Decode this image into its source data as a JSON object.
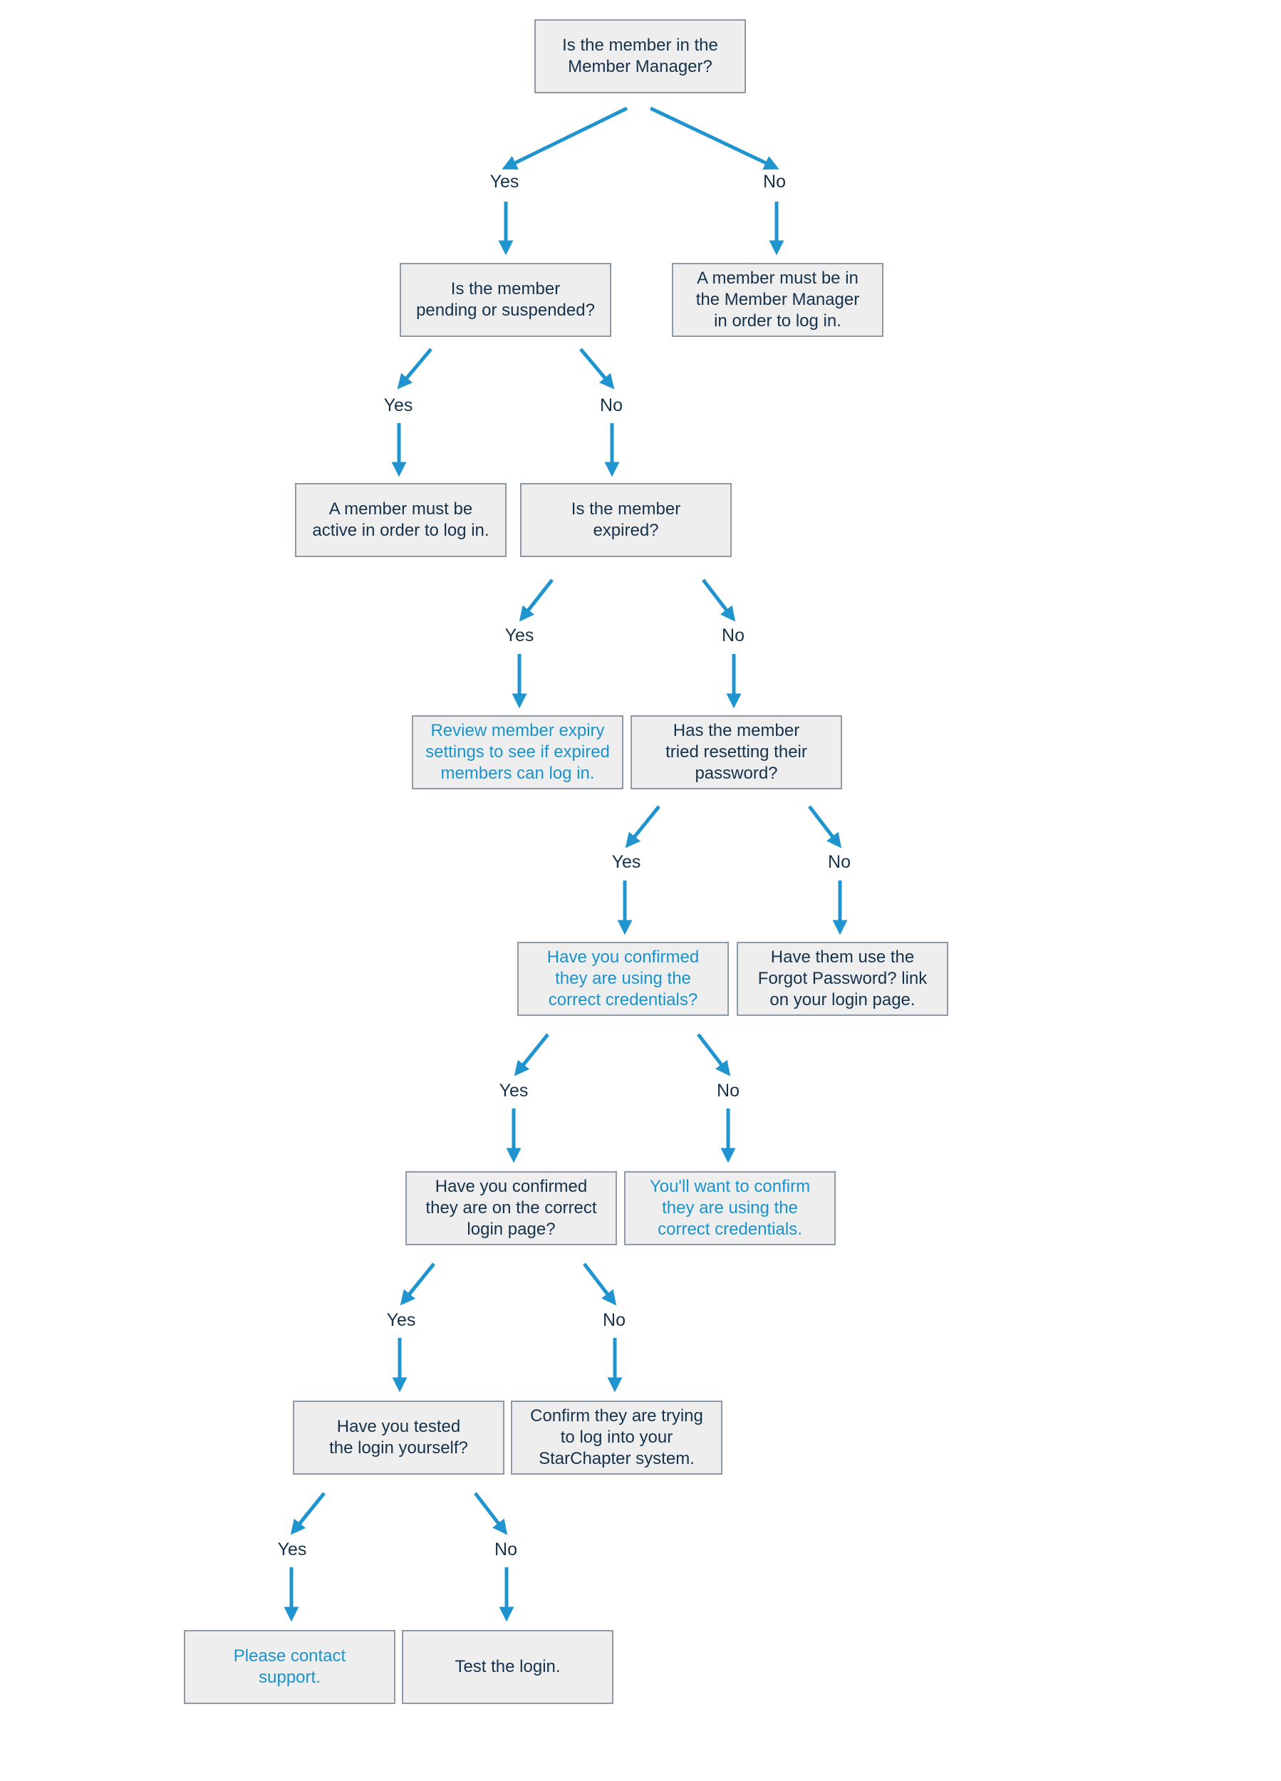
{
  "colors": {
    "arrow": "#1f94cf",
    "text": "#16324a",
    "link_text": "#1a93cc",
    "box_fill": "#eeeeee",
    "box_border": "#8e9aa5"
  },
  "nodes": {
    "q1": "Is the member in the\nMember Manager?",
    "q1_no": "A member must be in\nthe Member Manager\nin order to log in.",
    "q2": "Is the member\npending or suspended?",
    "q2_yes": "A member must be\nactive in order to log in.",
    "q3": "Is the member\nexpired?",
    "q3_yes": "Review member expiry\nsettings to see if expired\nmembers can log in.",
    "q4": "Has the member\ntried resetting their\npassword?",
    "q4_no": "Have them use the\nForgot Password? link\non your login page.",
    "q5": "Have you confirmed\nthey are using the\ncorrect credentials?",
    "q5_no": "You'll want to confirm\nthey are using the\ncorrect credentials.",
    "q6": "Have you confirmed\nthey are on the correct\nlogin page?",
    "q6_no": "Confirm they are trying\nto log into your\nStarChapter system.",
    "q7": "Have you tested\nthe login yourself?",
    "q7_yes": "Please contact\nsupport.",
    "q7_no": "Test the login."
  },
  "labels": {
    "yes": "Yes",
    "no": "No"
  }
}
